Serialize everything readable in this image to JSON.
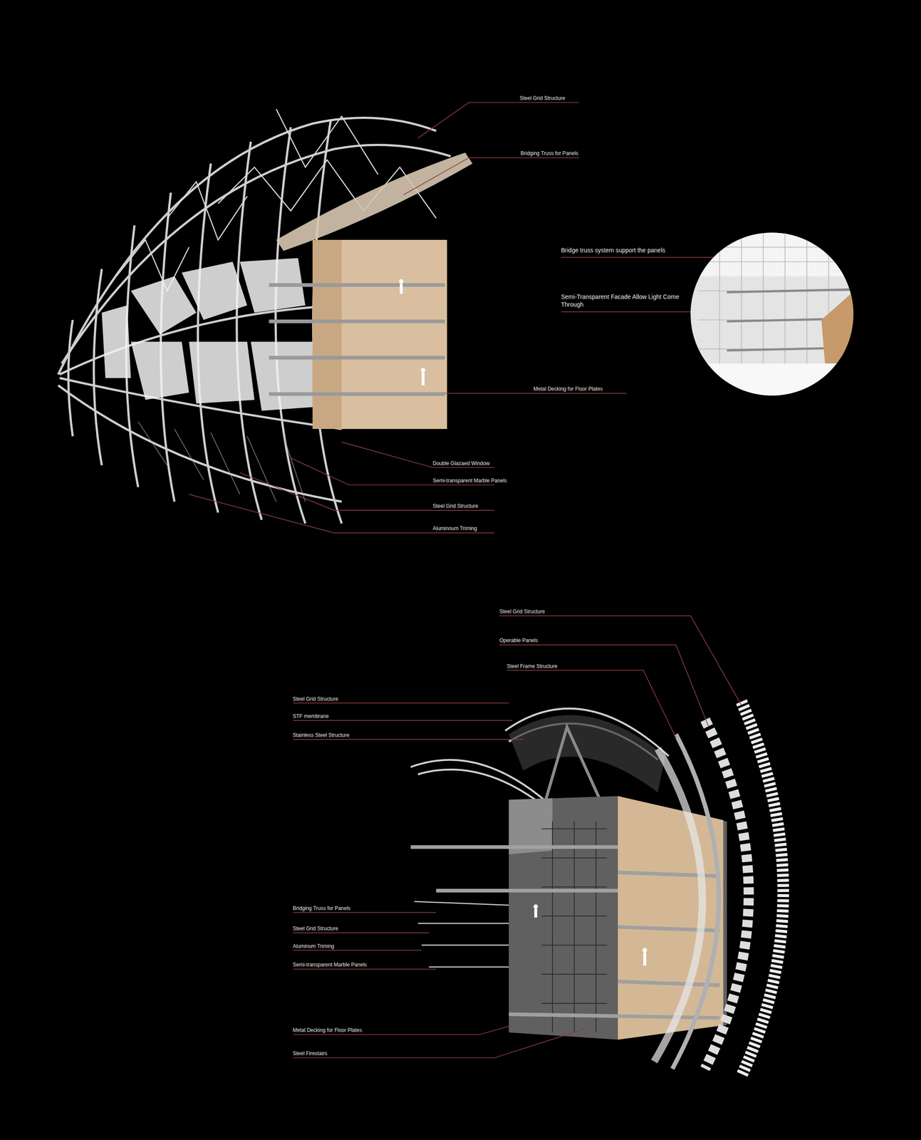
{
  "diagram": {
    "labels": [
      "Steel Grid Structure",
      "Bridging Truss for Panels",
      "Bridge truss system support the panels",
      "Semi-Transparent Facade Allow Light Come Through",
      "Metal Decking for Floor Plates",
      "Double Glazaed Window",
      "Semi-transparent Marble Panels",
      "Steel Grid Structure",
      "Aluminnum Triming",
      "Steel Grid Structure",
      "Operable Panels",
      "Steel Frame Structure",
      "Steel Grid Structure",
      "STF membrane",
      "Stainless Steel Structure",
      "Bridging Truss for Panels",
      "Steel Grid Structure",
      "Aluminum Triming",
      "Semi-transparent Marble Panels",
      "Metal Decking for Floor Plates",
      "Steel Firestairs"
    ]
  }
}
